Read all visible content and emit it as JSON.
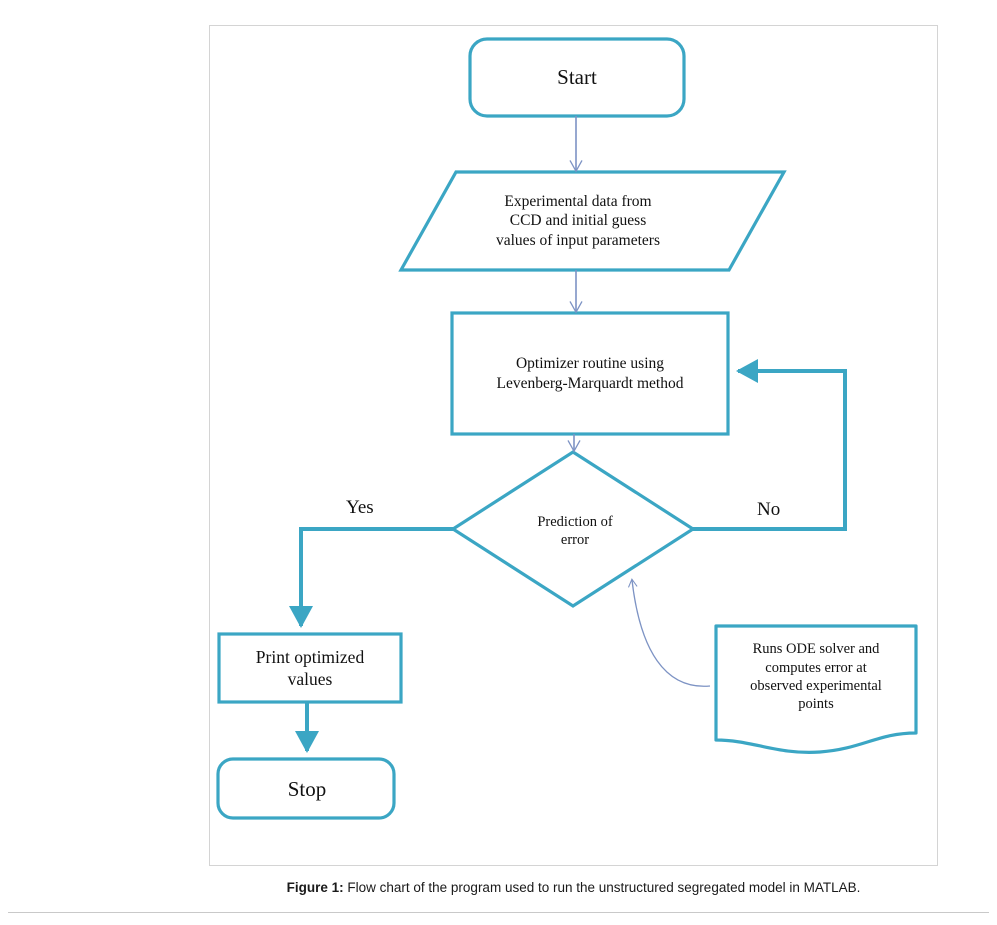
{
  "figure": {
    "caption_prefix": "Figure 1:",
    "caption_text": " Flow chart of the program used to run the unstructured segregated model in MATLAB.",
    "accent_color": "#3BA6C4",
    "thin_connector_color": "#7D93C4",
    "frame_color": "#d4d4d4"
  },
  "flowchart": {
    "type": "flowchart",
    "nodes": [
      {
        "id": "start",
        "shape": "terminator",
        "label": "Start"
      },
      {
        "id": "input",
        "shape": "parallelogram",
        "label": "Experimental  data from\nCCD and initial  guess\nvalues  of input  parameters",
        "lines": [
          "Experimental  data from",
          "CCD and initial  guess",
          "values  of input  parameters"
        ]
      },
      {
        "id": "optimizer",
        "shape": "process",
        "label": "Optimizer  routine  using\nLevenberg-Marquardt  method",
        "lines": [
          "Optimizer  routine  using",
          "Levenberg-Marquardt  method"
        ]
      },
      {
        "id": "decision",
        "shape": "diamond",
        "label": "Prediction  of\nerror",
        "lines": [
          "Prediction  of",
          "error"
        ]
      },
      {
        "id": "print",
        "shape": "process",
        "label": "Print optimized\nvalues",
        "lines": [
          "Print optimized",
          "values"
        ]
      },
      {
        "id": "stop",
        "shape": "terminator",
        "label": "Stop"
      },
      {
        "id": "ode",
        "shape": "document",
        "label": "Runs  ODE solver  and\ncomputes  error  at\nobserved experimental\npoints",
        "lines": [
          "Runs  ODE solver  and",
          "computes  error  at",
          "observed experimental",
          "points"
        ]
      }
    ],
    "edges": [
      {
        "from": "start",
        "to": "input",
        "label": ""
      },
      {
        "from": "input",
        "to": "optimizer",
        "label": ""
      },
      {
        "from": "optimizer",
        "to": "decision",
        "label": ""
      },
      {
        "from": "decision",
        "to": "print",
        "label": "Yes"
      },
      {
        "from": "decision",
        "to": "optimizer",
        "label": "No"
      },
      {
        "from": "print",
        "to": "stop",
        "label": ""
      },
      {
        "from": "ode",
        "to": "decision",
        "label": ""
      }
    ],
    "labels": {
      "yes": "Yes",
      "no": "No"
    }
  }
}
